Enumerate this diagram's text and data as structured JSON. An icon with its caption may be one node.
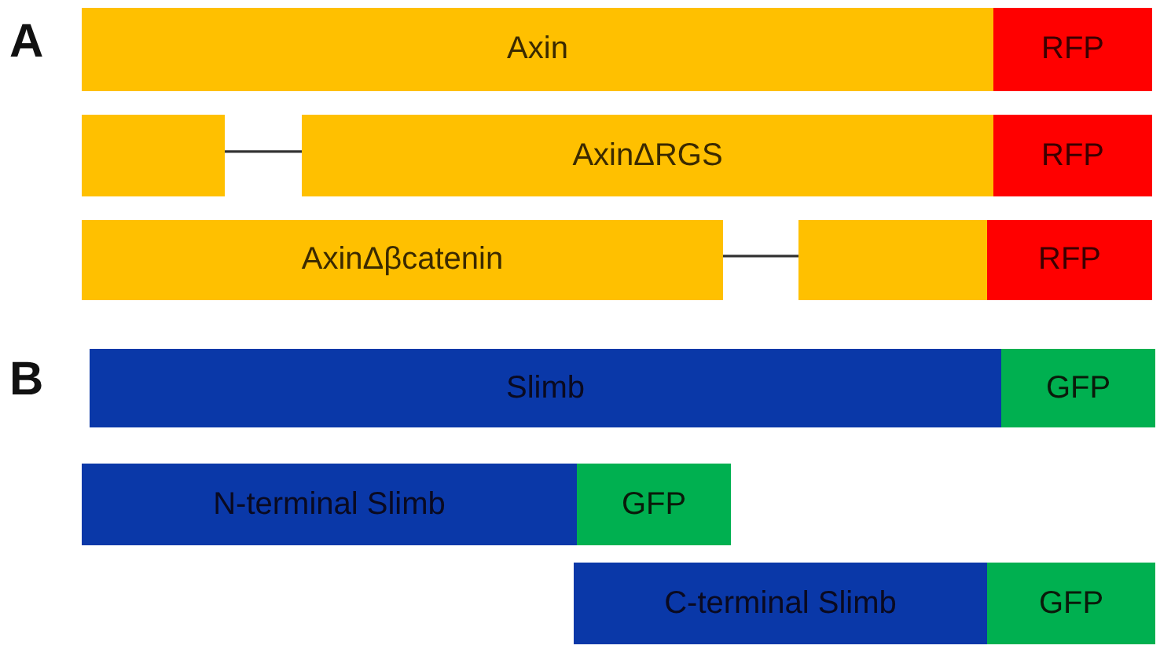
{
  "diagram": {
    "nodes": [
      {
        "text": [
          "Axin"
        ]
      },
      {
        "text": [
          "RFP"
        ]
      },
      {
        "text": [],
        "shape": "bar"
      },
      {
        "text": [
          "AxinΔRGS"
        ]
      },
      {
        "text": [
          "RFP"
        ]
      },
      {
        "text": [
          "AxinΔβcatenin"
        ]
      },
      {
        "text": [],
        "shape": "bar"
      },
      {
        "text": [
          "RFP"
        ]
      },
      {
        "text": [
          "Slimb"
        ]
      },
      {
        "text": [
          "GFP"
        ]
      },
      {
        "text": [
          "N-terminal Slimb"
        ]
      },
      {
        "text": [
          "GFP"
        ]
      },
      {
        "text": [
          "C-terminal Slimb"
        ]
      },
      {
        "text": [
          "GFP"
        ]
      }
    ],
    "edges": [
      {
        "from": 2,
        "to": 3,
        "arrow": "none"
      },
      {
        "from": 5,
        "to": 6,
        "arrow": "none"
      }
    ],
    "labels": [
      "A",
      "B"
    ]
  }
}
